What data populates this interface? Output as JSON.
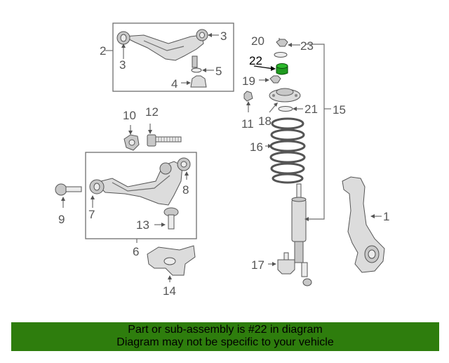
{
  "callouts": {
    "c1": "1",
    "c2": "2",
    "c3a": "3",
    "c3b": "3",
    "c4": "4",
    "c5": "5",
    "c6": "6",
    "c7": "7",
    "c8": "8",
    "c9": "9",
    "c10": "10",
    "c11": "11",
    "c12": "12",
    "c13": "13",
    "c14": "14",
    "c15": "15",
    "c16": "16",
    "c17": "17",
    "c18": "18",
    "c19": "19",
    "c20": "20",
    "c21": "21",
    "c22": "22",
    "c23": "23"
  },
  "highlight": {
    "part_number": "22",
    "color": "#1e9a1e"
  },
  "banner": {
    "line1": "Part or sub-assembly is #22 in diagram",
    "line2": "Diagram may not be specific to your vehicle",
    "background": "#2e7d0d"
  }
}
